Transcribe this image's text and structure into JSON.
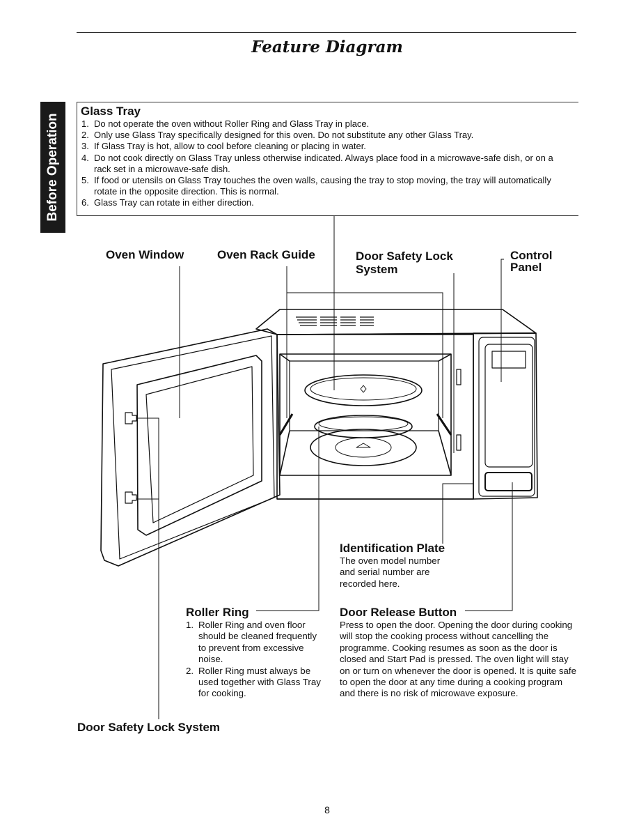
{
  "page": {
    "title": "Feature Diagram",
    "section_tab": "Before Operation",
    "page_number": "8"
  },
  "glass_tray": {
    "heading": "Glass Tray",
    "items": [
      {
        "num": "1.",
        "text": "Do not operate the oven without Roller Ring and Glass Tray in place."
      },
      {
        "num": "2.",
        "text": "Only use Glass Tray specifically designed for this oven. Do not substitute any other Glass Tray."
      },
      {
        "num": "3.",
        "text": "If Glass Tray is hot, allow to cool before cleaning or placing in water."
      },
      {
        "num": "4.",
        "text": "Do not cook directly on Glass Tray unless otherwise indicated. Always place food in a microwave-safe dish, or on a rack set in a microwave-safe dish."
      },
      {
        "num": "5.",
        "text": "If food or utensils on Glass Tray touches the oven walls, causing the tray to stop moving, the tray will automatically rotate in the opposite direction. This is normal."
      },
      {
        "num": "6.",
        "text": "Glass Tray can rotate in either direction."
      }
    ]
  },
  "labels": {
    "oven_window": "Oven Window",
    "oven_rack_guide": "Oven Rack Guide",
    "door_safety_lock_top_1": "Door Safety Lock",
    "door_safety_lock_top_2": "System",
    "control_panel_1": "Control",
    "control_panel_2": "Panel",
    "identification_plate": "Identification Plate",
    "roller_ring": "Roller Ring",
    "door_release_button": "Door Release Button",
    "door_safety_lock_bottom": "Door Safety Lock System"
  },
  "identification_plate_text": [
    "The oven model number",
    "and serial number are",
    "recorded here."
  ],
  "roller_ring_items": [
    {
      "num": "1.",
      "text": "Roller Ring and oven floor should be cleaned frequently to prevent from excessive noise."
    },
    {
      "num": "2.",
      "text": "Roller Ring must always be used together with Glass Tray for cooking."
    }
  ],
  "door_release_text": "Press to open the door. Opening the door during cooking will stop the cooking process without cancelling the programme. Cooking resumes as soon as the door is closed and Start Pad is pressed. The oven light will stay on or turn on whenever the door is opened. It is quite safe to open the door at any time during a cooking program and there is no risk of microwave exposure."
}
